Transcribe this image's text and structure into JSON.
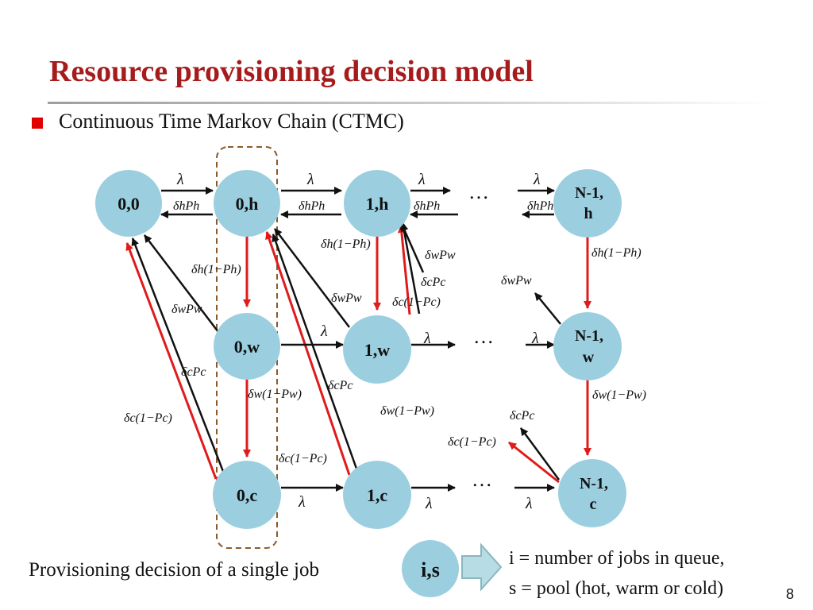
{
  "title": "Resource provisioning decision model",
  "bullet": "Continuous Time Markov Chain (CTMC)",
  "states": {
    "s00": "0,0",
    "s0h": "0,h",
    "s1h": "1,h",
    "sN1h": "N-1,",
    "sN1h_b": "h",
    "s0w": "0,w",
    "s1w": "1,w",
    "sN1w": "N-1,",
    "sN1w_b": "w",
    "s0c": "0,c",
    "s1c": "1,c",
    "sN1c": "N-1,",
    "sN1c_b": "c",
    "legend": "i,s"
  },
  "rates": {
    "lambda": "λ",
    "dh_ph": "δhPh",
    "dh_1mph": "δh(1−Ph)",
    "dw_pw": "δwPw",
    "dw_1mpw": "δw(1−Pw)",
    "dc_pc": "δcPc",
    "dc_1mpc": "δc(1−Pc)"
  },
  "ellipsis": "…",
  "caption": "Provisioning decision of a single job",
  "legend_line1": "i = number of jobs in queue,",
  "legend_line2": "s = pool (hot, warm or cold)",
  "page_number": "8",
  "colors": {
    "title": "#a61c1c",
    "node": "#9bcfe0",
    "red_arrow": "#e01b1b",
    "black_arrow": "#111111",
    "dash_box": "#8b5a2b"
  }
}
